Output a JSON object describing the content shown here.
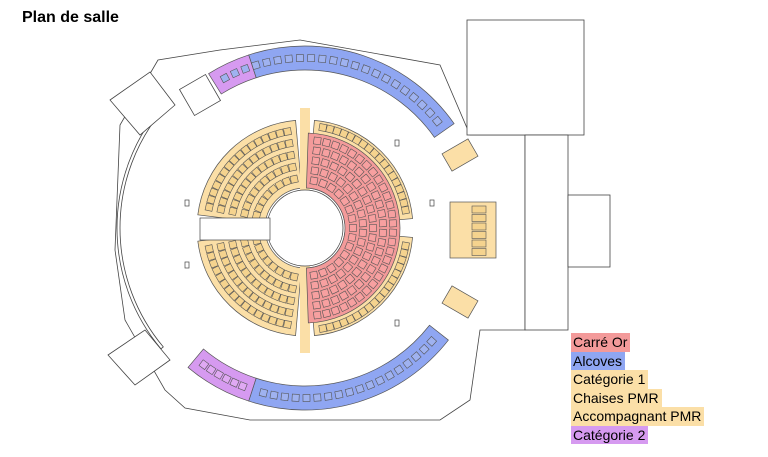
{
  "title": "Plan de salle",
  "legend": [
    {
      "label": "Carré Or",
      "color": "#f39a9a"
    },
    {
      "label": "Alcoves",
      "color": "#8fa6f2"
    },
    {
      "label": "Catégorie 1",
      "color": "#fbdfa7"
    },
    {
      "label": "Chaises PMR",
      "color": "#fbdfa7"
    },
    {
      "label": "Accompagnant PMR",
      "color": "#fbdfa7"
    },
    {
      "label": "Catégorie 2",
      "color": "#d69af0"
    }
  ],
  "colors": {
    "carre_or": "#f39a9a",
    "alcoves": "#8fa6f2",
    "categorie_1": "#fbdfa7",
    "categorie_2": "#d69af0",
    "outline": "#333333"
  }
}
